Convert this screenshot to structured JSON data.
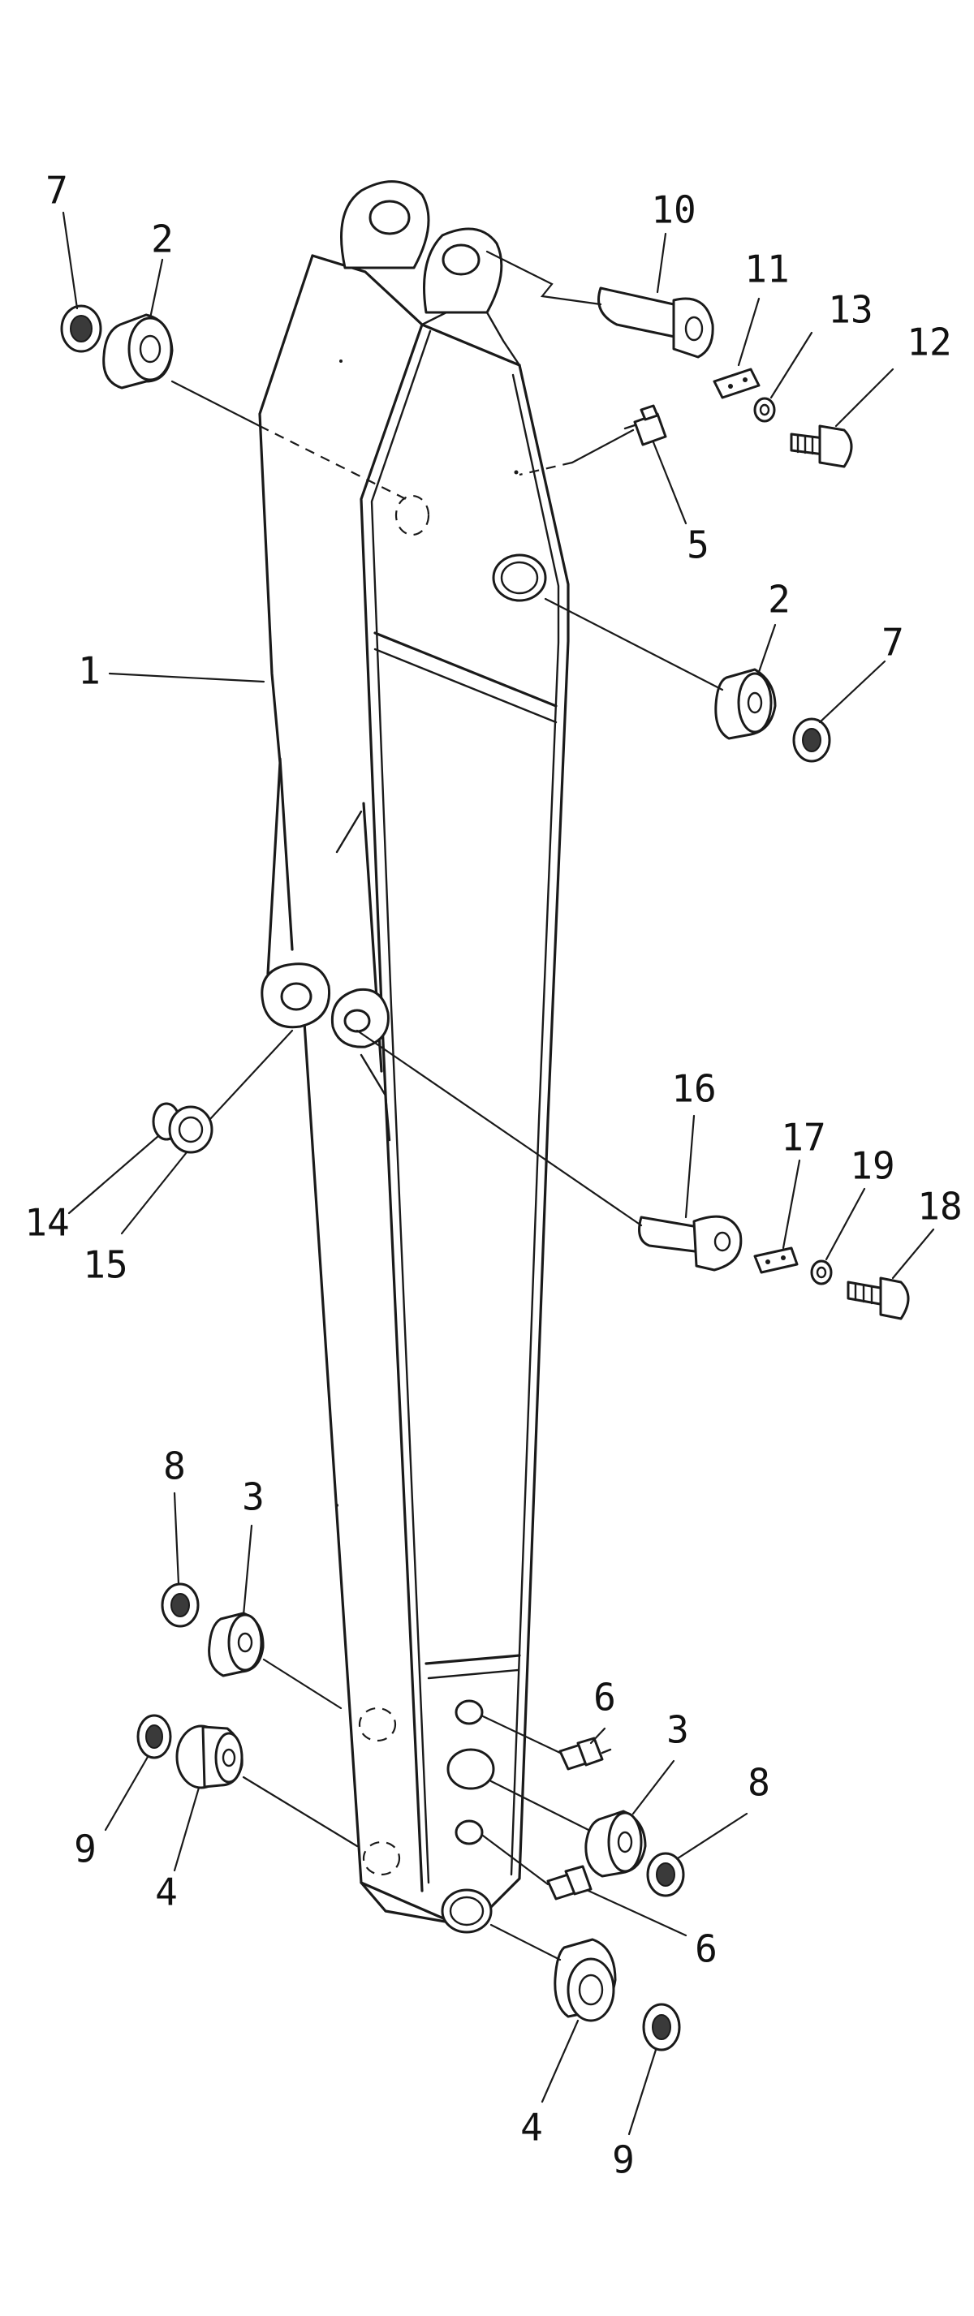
{
  "callouts": [
    {
      "id": "c1",
      "label": "1"
    },
    {
      "id": "c2a",
      "label": "2"
    },
    {
      "id": "c2b",
      "label": "2"
    },
    {
      "id": "c3a",
      "label": "3"
    },
    {
      "id": "c3b",
      "label": "3"
    },
    {
      "id": "c4a",
      "label": "4"
    },
    {
      "id": "c4b",
      "label": "4"
    },
    {
      "id": "c5",
      "label": "5"
    },
    {
      "id": "c6a",
      "label": "6"
    },
    {
      "id": "c6b",
      "label": "6"
    },
    {
      "id": "c7a",
      "label": "7"
    },
    {
      "id": "c7b",
      "label": "7"
    },
    {
      "id": "c8a",
      "label": "8"
    },
    {
      "id": "c8b",
      "label": "8"
    },
    {
      "id": "c9a",
      "label": "9"
    },
    {
      "id": "c9b",
      "label": "9"
    },
    {
      "id": "c10",
      "label": "10"
    },
    {
      "id": "c11",
      "label": "11"
    },
    {
      "id": "c12",
      "label": "12"
    },
    {
      "id": "c13",
      "label": "13"
    },
    {
      "id": "c14",
      "label": "14"
    },
    {
      "id": "c15",
      "label": "15"
    },
    {
      "id": "c16",
      "label": "16"
    },
    {
      "id": "c17",
      "label": "17"
    },
    {
      "id": "c18",
      "label": "18"
    },
    {
      "id": "c19",
      "label": "19"
    }
  ],
  "colors": {
    "line": "#1a1a1a",
    "background": "#ffffff"
  }
}
